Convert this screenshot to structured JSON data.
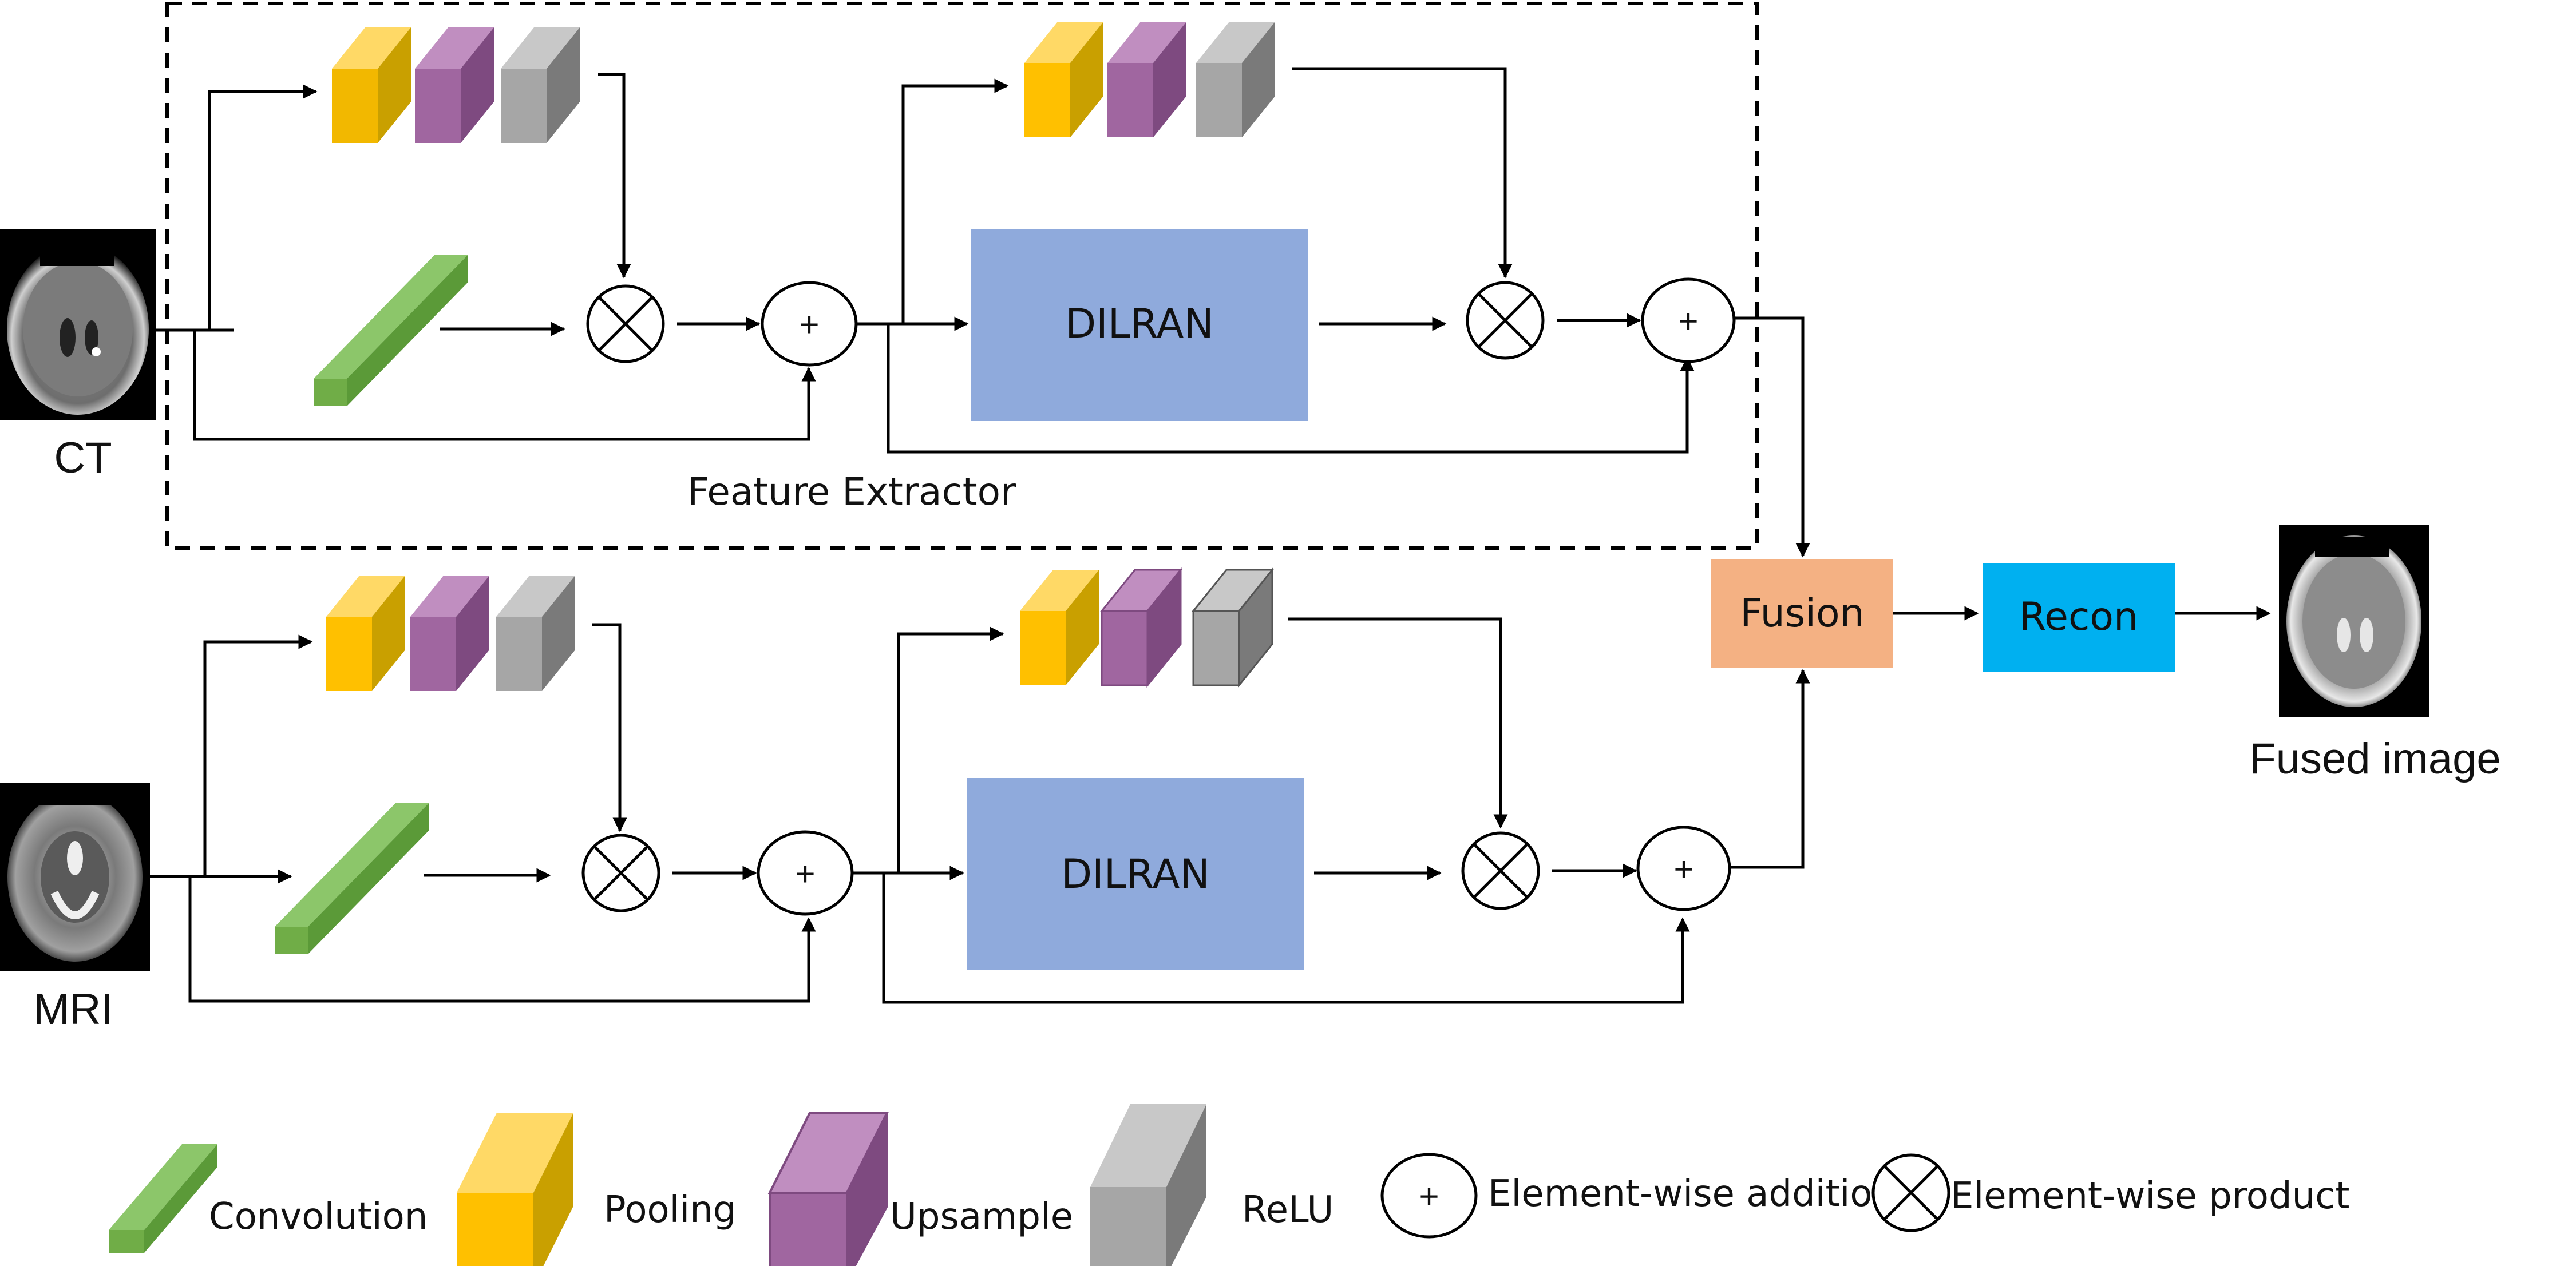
{
  "inputs": {
    "ct_label": "CT",
    "mri_label": "MRI"
  },
  "feature_extractor_label": "Feature Extractor",
  "blocks": {
    "dilran_top": "DILRAN",
    "dilran_bottom": "DILRAN",
    "fusion": "Fusion",
    "recon": "Recon"
  },
  "output": {
    "label": "Fused image"
  },
  "operators": {
    "addition_symbol": "+"
  },
  "legend": {
    "convolution": "Convolution",
    "pooling": "Pooling",
    "upsample": "Upsample",
    "relu": "ReLU",
    "addition": "Element-wise addition",
    "product": "Element-wise product"
  },
  "colors": {
    "convolution": "#70AD47",
    "pooling": "#FFC000",
    "upsample": "#A066A0",
    "relu": "#A6A6A6",
    "dilran": "#8FAADC",
    "fusion": "#F4B183",
    "recon": "#00B0F0"
  }
}
